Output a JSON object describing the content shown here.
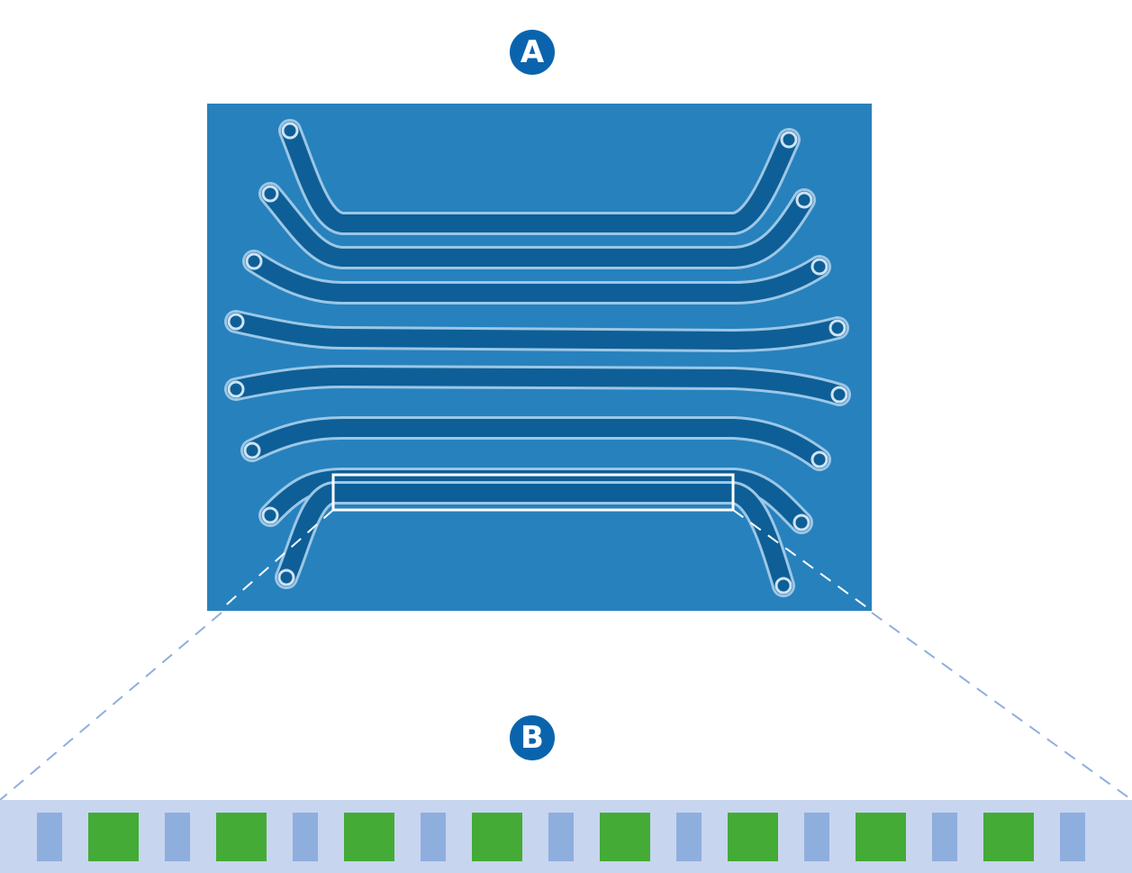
{
  "labels": {
    "panel_a": "A",
    "panel_b": "B"
  },
  "colors": {
    "chip_background": "#2781bd",
    "channel_fill": "#0e5f97",
    "channel_outline": "#9cc7e6",
    "badge": "#0a64ad",
    "strip_background": "#c7d5ef",
    "blue_segment": "#8eaede",
    "green_segment": "#44ab36",
    "zoom_lines": "#8eaede"
  },
  "strip_sequence": [
    "blue",
    "green",
    "blue",
    "green",
    "blue",
    "green",
    "blue",
    "green",
    "blue",
    "green",
    "blue",
    "green",
    "blue",
    "green",
    "blue",
    "green",
    "blue",
    "green",
    "blue",
    "green",
    "blue",
    "green",
    "blue",
    "green",
    "blue",
    "green",
    "blue",
    "green",
    "blue",
    "green",
    "blue",
    "green"
  ]
}
